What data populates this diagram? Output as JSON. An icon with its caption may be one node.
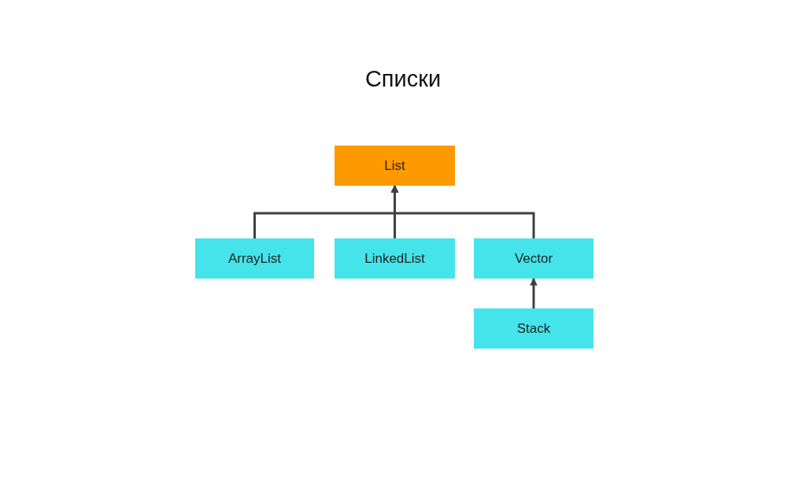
{
  "diagram": {
    "title": "Списки",
    "nodes": [
      {
        "text": [
          "List"
        ]
      },
      {
        "text": [
          "ArrayList"
        ]
      },
      {
        "text": [
          "LinkedList"
        ]
      },
      {
        "text": [
          "Vector"
        ]
      },
      {
        "text": [
          "Stack"
        ]
      }
    ],
    "edges": [
      {
        "from": 1,
        "to": 0,
        "arrow": "to"
      },
      {
        "from": 2,
        "to": 0,
        "arrow": "to"
      },
      {
        "from": 3,
        "to": 0,
        "arrow": "to"
      },
      {
        "from": 4,
        "to": 3,
        "arrow": "to"
      }
    ]
  }
}
